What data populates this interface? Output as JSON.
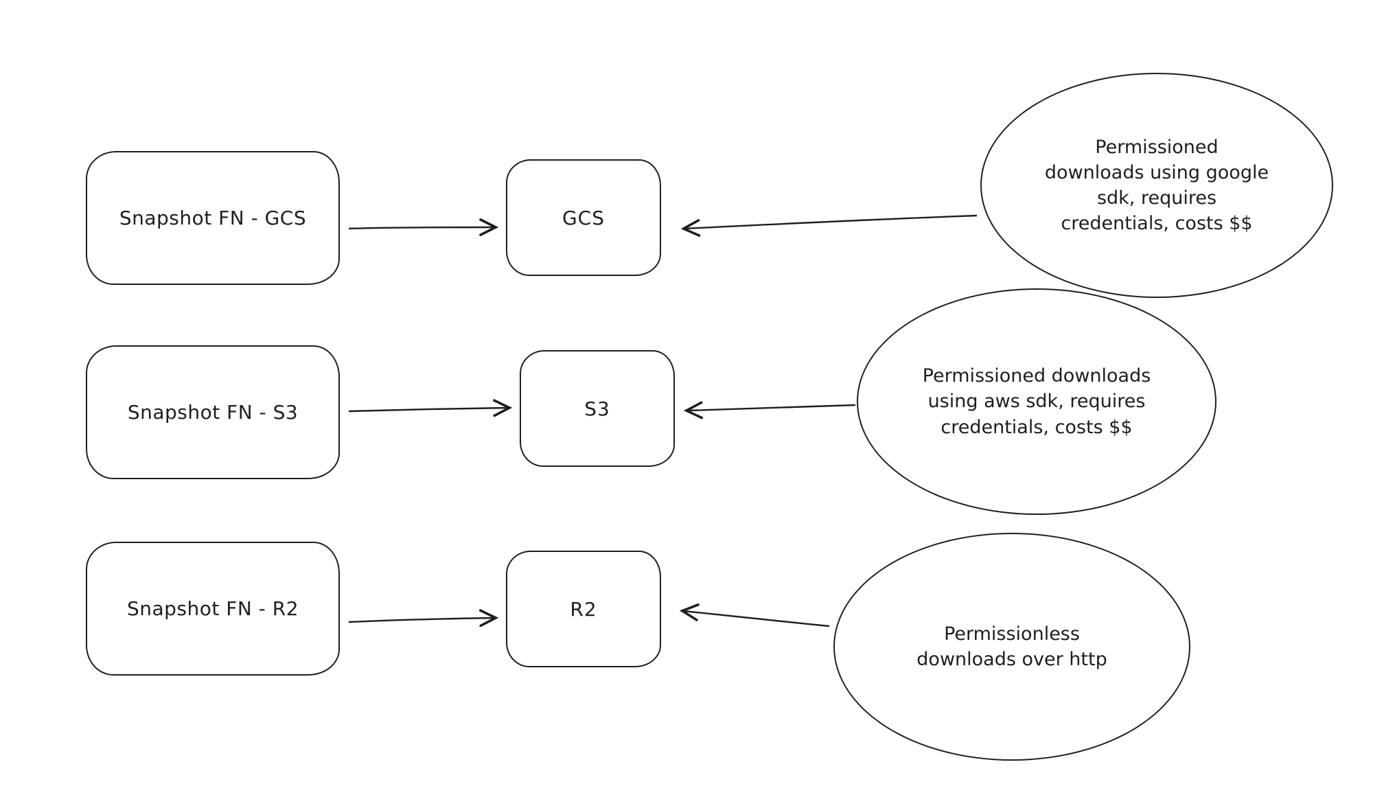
{
  "diagram": {
    "background": "#ffffff",
    "stroke_color": "#1e1e1e",
    "rows": [
      {
        "source": "Snapshot FN - GCS",
        "target": "GCS",
        "note": "Permissioned downloads using google sdk, requires credentials, costs $$"
      },
      {
        "source": "Snapshot FN - S3",
        "target": "S3",
        "note": "Permissioned downloads using aws sdk, requires credentials, costs $$"
      },
      {
        "source": "Snapshot FN - R2",
        "target": "R2",
        "note": "Permissionless downloads over http"
      }
    ]
  }
}
